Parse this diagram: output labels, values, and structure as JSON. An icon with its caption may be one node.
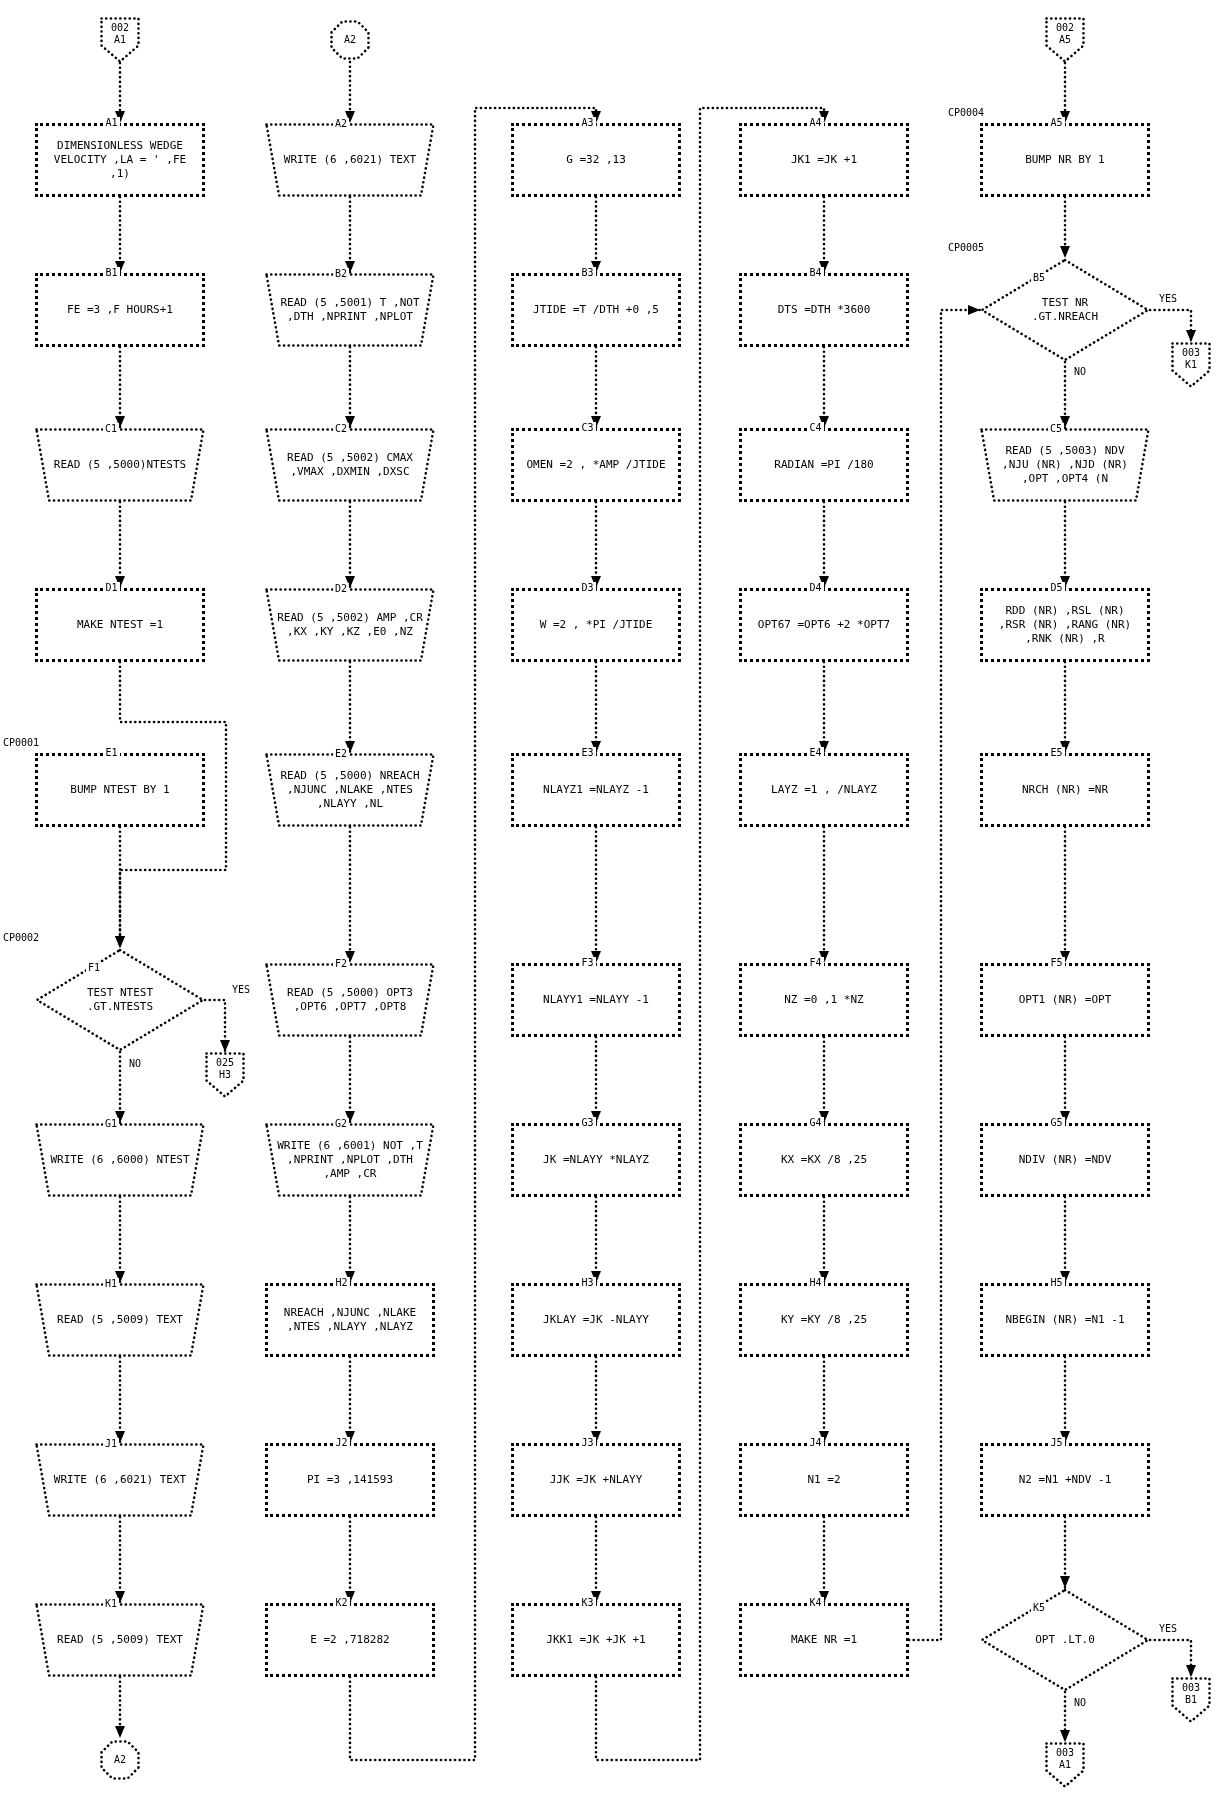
{
  "diagram": {
    "nodes": [
      {
        "text": [
          "002 A1"
        ]
      },
      {
        "text": [
          "A1",
          "DIMENSIONLESS WEDGE VELOCITY ,LA = ' ,FE ,1)"
        ]
      },
      {
        "text": [
          "B1",
          "FE =3 ,F HOURS+1"
        ]
      },
      {
        "text": [
          "C1",
          "READ (5 ,5000)NTESTS"
        ]
      },
      {
        "text": [
          "D1",
          "MAKE NTEST =1"
        ]
      },
      {
        "text": [
          "E1",
          "BUMP NTEST BY 1"
        ],
        "beside": [
          "CP0001"
        ]
      },
      {
        "text": [
          "F1",
          "TEST NTEST .GT.NTESTS"
        ],
        "beside": [
          "CP0002"
        ]
      },
      {
        "text": [
          "025 H3"
        ]
      },
      {
        "text": [
          "G1",
          "WRITE (6 ,6000) NTEST"
        ]
      },
      {
        "text": [
          "H1",
          "READ (5 ,5009) TEXT"
        ]
      },
      {
        "text": [
          "J1",
          "WRITE (6 ,6021) TEXT"
        ]
      },
      {
        "text": [
          "K1",
          "READ (5 ,5009) TEXT"
        ]
      },
      {
        "text": [
          "A2"
        ]
      },
      {
        "text": [
          "A2"
        ]
      },
      {
        "text": [
          "A2",
          "WRITE (6 ,6021) TEXT"
        ]
      },
      {
        "text": [
          "B2",
          "READ (5 ,5001) T ,NOT ,DTH ,NPRINT ,NPLOT"
        ]
      },
      {
        "text": [
          "C2",
          "READ (5 ,5002) CMAX ,VMAX ,DXMIN ,DXSC"
        ]
      },
      {
        "text": [
          "D2",
          "READ (5 ,5002) AMP ,CR ,KX ,KY ,KZ ,E0 ,NZ"
        ]
      },
      {
        "text": [
          "E2",
          "READ (5 ,5000) NREACH ,NJUNC ,NLAKE ,NTES ,NLAYY ,NL"
        ]
      },
      {
        "text": [
          "F2",
          "READ (5 ,5000) OPT3 ,OPT6 ,OPT7 ,OPT8"
        ]
      },
      {
        "text": [
          "G2",
          "WRITE (6 ,6001) NOT ,T ,NPRINT ,NPLOT ,DTH ,AMP ,CR"
        ]
      },
      {
        "text": [
          "H2",
          "NREACH ,NJUNC ,NLAKE ,NTES ,NLAYY ,NLAYZ"
        ]
      },
      {
        "text": [
          "J2",
          "PI =3 ,141593"
        ]
      },
      {
        "text": [
          "K2",
          "E =2 ,718282"
        ]
      },
      {
        "text": [
          "A3",
          "G =32 ,13"
        ]
      },
      {
        "text": [
          "B3",
          "JTIDE =T /DTH +0 ,5"
        ]
      },
      {
        "text": [
          "C3",
          "OMEN =2 , *AMP /JTIDE"
        ]
      },
      {
        "text": [
          "D3",
          "W =2 , *PI /JTIDE"
        ]
      },
      {
        "text": [
          "E3",
          "NLAYZ1 =NLAYZ -1"
        ]
      },
      {
        "text": [
          "F3",
          "NLAYY1 =NLAYY -1"
        ]
      },
      {
        "text": [
          "G3",
          "JK =NLAYY *NLAYZ"
        ]
      },
      {
        "text": [
          "H3",
          "JKLAY =JK -NLAYY"
        ]
      },
      {
        "text": [
          "J3",
          "JJK =JK +NLAYY"
        ]
      },
      {
        "text": [
          "K3",
          "JKK1 =JK +JK +1"
        ]
      },
      {
        "text": [
          "A4",
          "JK1 =JK +1"
        ]
      },
      {
        "text": [
          "B4",
          "DTS =DTH *3600"
        ]
      },
      {
        "text": [
          "C4",
          "RADIAN =PI /180"
        ]
      },
      {
        "text": [
          "D4",
          "OPT67 =OPT6 +2 *OPT7"
        ]
      },
      {
        "text": [
          "E4",
          "LAYZ =1 , /NLAYZ"
        ]
      },
      {
        "text": [
          "F4",
          "NZ =0 ,1 *NZ"
        ]
      },
      {
        "text": [
          "G4",
          "KX =KX /8 ,25"
        ]
      },
      {
        "text": [
          "H4",
          "KY =KY /8 ,25"
        ]
      },
      {
        "text": [
          "J4",
          "N1 =2"
        ]
      },
      {
        "text": [
          "K4",
          "MAKE NR =1"
        ]
      },
      {
        "text": [
          "002 A5"
        ]
      },
      {
        "text": [
          "A5",
          "BUMP NR BY 1"
        ],
        "beside": [
          "CP0004"
        ]
      },
      {
        "text": [
          "B5",
          "TEST NR .GT.NREACH"
        ],
        "beside": [
          "CP0005"
        ]
      },
      {
        "text": [
          "003 K1"
        ]
      },
      {
        "text": [
          "C5",
          "READ (5 ,5003) NDV ,NJU (NR) ,NJD (NR) ,OPT ,OPT4 (N"
        ]
      },
      {
        "text": [
          "D5",
          "RDD (NR) ,RSL (NR) ,RSR (NR) ,RANG (NR) ,RNK (NR) ,R"
        ]
      },
      {
        "text": [
          "E5",
          "NRCH (NR) =NR"
        ]
      },
      {
        "text": [
          "F5",
          "OPT1 (NR) =OPT"
        ]
      },
      {
        "text": [
          "G5",
          "NDIV (NR) =NDV"
        ]
      },
      {
        "text": [
          "H5",
          "NBEGIN (NR) =N1 -1"
        ]
      },
      {
        "text": [
          "J5",
          "N2 =N1 +NDV -1"
        ]
      },
      {
        "text": [
          "K5",
          "OPT .LT.0"
        ]
      },
      {
        "text": [
          "003 B1"
        ]
      },
      {
        "text": [
          "003 A1"
        ]
      }
    ],
    "edges": [
      {
        "from": 0,
        "to": 1,
        "arrow": "to"
      },
      {
        "from": 1,
        "to": 2,
        "arrow": "to"
      },
      {
        "from": 2,
        "to": 3,
        "arrow": "to"
      },
      {
        "from": 3,
        "to": 4,
        "arrow": "to"
      },
      {
        "from": 4,
        "to": 6,
        "arrow": "to"
      },
      {
        "from": 5,
        "to": 6,
        "arrow": "to"
      },
      {
        "from": 6,
        "to": 7,
        "arrow": "to",
        "label": "YES"
      },
      {
        "from": 6,
        "to": 8,
        "arrow": "to",
        "label": "NO"
      },
      {
        "from": 8,
        "to": 9,
        "arrow": "to"
      },
      {
        "from": 9,
        "to": 10,
        "arrow": "to"
      },
      {
        "from": 10,
        "to": 11,
        "arrow": "to"
      },
      {
        "from": 11,
        "to": 12,
        "arrow": "to"
      },
      {
        "from": 13,
        "to": 14,
        "arrow": "to"
      },
      {
        "from": 14,
        "to": 15,
        "arrow": "to"
      },
      {
        "from": 15,
        "to": 16,
        "arrow": "to"
      },
      {
        "from": 16,
        "to": 17,
        "arrow": "to"
      },
      {
        "from": 17,
        "to": 18,
        "arrow": "to"
      },
      {
        "from": 18,
        "to": 19,
        "arrow": "to"
      },
      {
        "from": 19,
        "to": 20,
        "arrow": "to"
      },
      {
        "from": 20,
        "to": 21,
        "arrow": "to"
      },
      {
        "from": 21,
        "to": 22,
        "arrow": "to"
      },
      {
        "from": 22,
        "to": 23,
        "arrow": "to"
      },
      {
        "from": 23,
        "to": 24,
        "arrow": "to"
      },
      {
        "from": 24,
        "to": 25,
        "arrow": "to"
      },
      {
        "from": 25,
        "to": 26,
        "arrow": "to"
      },
      {
        "from": 26,
        "to": 27,
        "arrow": "to"
      },
      {
        "from": 27,
        "to": 28,
        "arrow": "to"
      },
      {
        "from": 28,
        "to": 29,
        "arrow": "to"
      },
      {
        "from": 29,
        "to": 30,
        "arrow": "to"
      },
      {
        "from": 30,
        "to": 31,
        "arrow": "to"
      },
      {
        "from": 31,
        "to": 32,
        "arrow": "to"
      },
      {
        "from": 32,
        "to": 33,
        "arrow": "to"
      },
      {
        "from": 33,
        "to": 34,
        "arrow": "to"
      },
      {
        "from": 34,
        "to": 35,
        "arrow": "to"
      },
      {
        "from": 35,
        "to": 36,
        "arrow": "to"
      },
      {
        "from": 36,
        "to": 37,
        "arrow": "to"
      },
      {
        "from": 37,
        "to": 38,
        "arrow": "to"
      },
      {
        "from": 38,
        "to": 39,
        "arrow": "to"
      },
      {
        "from": 39,
        "to": 40,
        "arrow": "to"
      },
      {
        "from": 40,
        "to": 41,
        "arrow": "to"
      },
      {
        "from": 41,
        "to": 42,
        "arrow": "to"
      },
      {
        "from": 42,
        "to": 43,
        "arrow": "to"
      },
      {
        "from": 43,
        "to": 46,
        "arrow": "to"
      },
      {
        "from": 44,
        "to": 45,
        "arrow": "to"
      },
      {
        "from": 45,
        "to": 46,
        "arrow": "to"
      },
      {
        "from": 46,
        "to": 47,
        "arrow": "to",
        "label": "YES"
      },
      {
        "from": 46,
        "to": 48,
        "arrow": "to",
        "label": "NO"
      },
      {
        "from": 48,
        "to": 49,
        "arrow": "to"
      },
      {
        "from": 49,
        "to": 50,
        "arrow": "to"
      },
      {
        "from": 50,
        "to": 51,
        "arrow": "to"
      },
      {
        "from": 51,
        "to": 52,
        "arrow": "to"
      },
      {
        "from": 52,
        "to": 53,
        "arrow": "to"
      },
      {
        "from": 53,
        "to": 54,
        "arrow": "to"
      },
      {
        "from": 54,
        "to": 55,
        "arrow": "to"
      },
      {
        "from": 55,
        "to": 56,
        "arrow": "to",
        "label": "YES"
      },
      {
        "from": 55,
        "to": 57,
        "arrow": "to",
        "label": "NO"
      }
    ]
  }
}
